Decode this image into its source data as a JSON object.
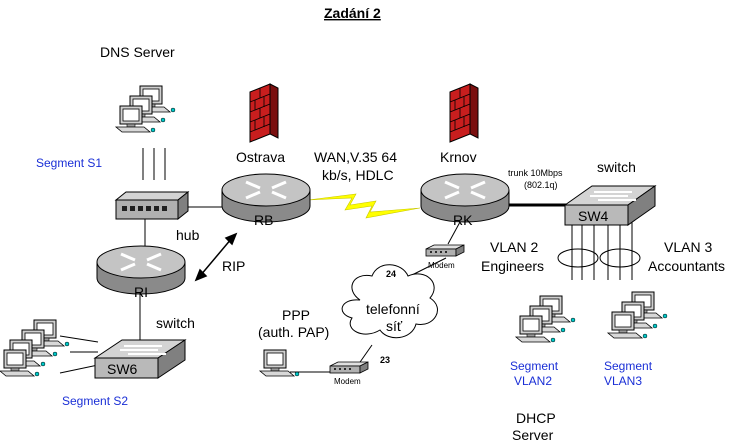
{
  "title": "Zadání 2",
  "labels": {
    "dns_server": "DNS Server",
    "segment_s1": "Segment S1",
    "segment_s2": "Segment S2",
    "hub": "hub",
    "rip": "RIP",
    "switch_left": "switch",
    "switch_right": "switch",
    "ostrava": "Ostrava",
    "krnov": "Krnov",
    "wan_line1": "WAN,V.35 64",
    "wan_line2": "kb/s, HDLC",
    "trunk_line1": "trunk  10Mbps",
    "trunk_line2": "(802.1q)",
    "vlan2_line1": "VLAN 2",
    "vlan2_line2": "Engineers",
    "vlan3_line1": "VLAN 3",
    "vlan3_line2": "Accountants",
    "ppp_line1": "PPP",
    "ppp_line2": "(auth. PAP)",
    "cloud_line1": "telefonní",
    "cloud_line2": "síť",
    "modem_top": "Modem",
    "modem_bottom": "Modem",
    "port_24": "24",
    "port_23": "23",
    "seg_vlan2_line1": "Segment",
    "seg_vlan2_line2": "VLAN2",
    "seg_vlan3_line1": "Segment",
    "seg_vlan3_line2": "VLAN3",
    "dhcp_line1": "DHCP",
    "dhcp_line2": "Server"
  },
  "devices": {
    "router_rb": "RB",
    "router_rk": "RK",
    "router_ri": "RI",
    "switch_sw4": "SW4",
    "switch_sw6": "SW6"
  },
  "colors": {
    "device_gray": "#b9b9b9",
    "device_dark": "#7a7a7a",
    "segment_blue": "#1a2fd6",
    "wan_link": "#ffff00",
    "firewall_red": "#c81e1e"
  }
}
